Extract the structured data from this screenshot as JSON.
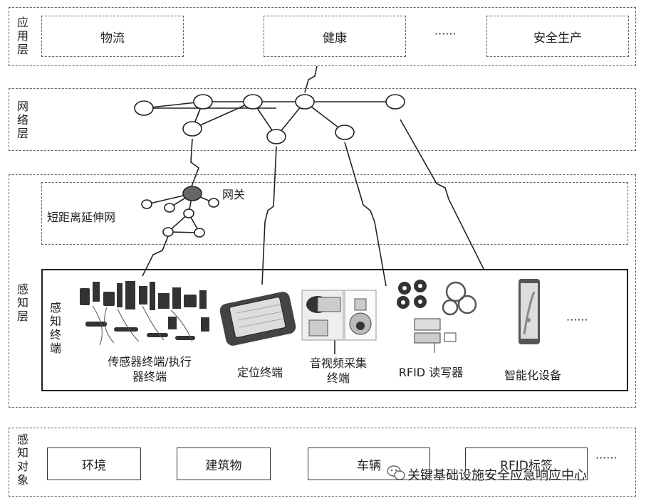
{
  "app_layer": {
    "label": "应用层",
    "items": [
      "物流",
      "健康",
      "安全生产"
    ],
    "ellipsis": "······"
  },
  "network_layer": {
    "label": "网络层"
  },
  "perception_layer": {
    "label": "感知层",
    "short_range_network": "短距离延伸网",
    "gateway": "网关",
    "terminals_label": "感知终端",
    "terminals": [
      {
        "line1": "传感器终端/执行",
        "line2": "器终端",
        "icon": "sensor-actuator-icon"
      },
      {
        "line1": "定位终端",
        "line2": "",
        "icon": "gps-device-icon"
      },
      {
        "line1": "音视频采集",
        "line2": "终端",
        "icon": "camera-icon"
      },
      {
        "line1": "RFID 读写器",
        "line2": "",
        "icon": "rfid-reader-icon"
      },
      {
        "line1": "智能化设备",
        "line2": "",
        "icon": "smart-tablet-icon"
      }
    ],
    "ellipsis": "······"
  },
  "objects_layer": {
    "label": "感知对象",
    "items": [
      "环境",
      "建筑物",
      "车辆",
      "RFID标签"
    ],
    "ellipsis": "······"
  },
  "watermark": {
    "text": "关键基础设施安全应急响应中心",
    "icon": "wechat-icon"
  },
  "colors": {
    "line": "#222222",
    "dashed_border": "#666666",
    "gateway_node": "#666666"
  }
}
